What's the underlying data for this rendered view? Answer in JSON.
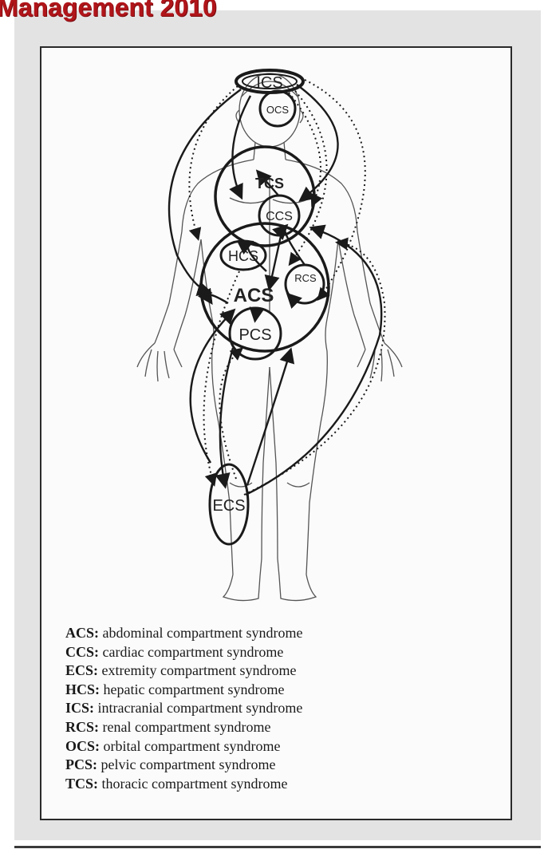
{
  "slide_title": "Management 2010",
  "diagram": {
    "regions": [
      {
        "abbr": "ICS"
      },
      {
        "abbr": "OCS"
      },
      {
        "abbr": "TCS"
      },
      {
        "abbr": "CCS"
      },
      {
        "abbr": "HCS"
      },
      {
        "abbr": "RCS"
      },
      {
        "abbr": "ACS"
      },
      {
        "abbr": "PCS"
      },
      {
        "abbr": "ECS"
      }
    ]
  },
  "legend": [
    {
      "abbr": "ACS:",
      "text": " abdominal compartment syndrome"
    },
    {
      "abbr": "CCS:",
      "text": " cardiac compartment syndrome"
    },
    {
      "abbr": "ECS:",
      "text": " extremity compartment syndrome"
    },
    {
      "abbr": "HCS:",
      "text": " hepatic compartment syndrome"
    },
    {
      "abbr": "ICS:",
      "text": " intracranial compartment syndrome"
    },
    {
      "abbr": "RCS:",
      "text": " renal compartment syndrome"
    },
    {
      "abbr": "OCS:",
      "text": " orbital compartment syndrome"
    },
    {
      "abbr": "PCS:",
      "text": " pelvic compartment syndrome"
    },
    {
      "abbr": "TCS:",
      "text": " thoracic compartment syndrome"
    }
  ]
}
